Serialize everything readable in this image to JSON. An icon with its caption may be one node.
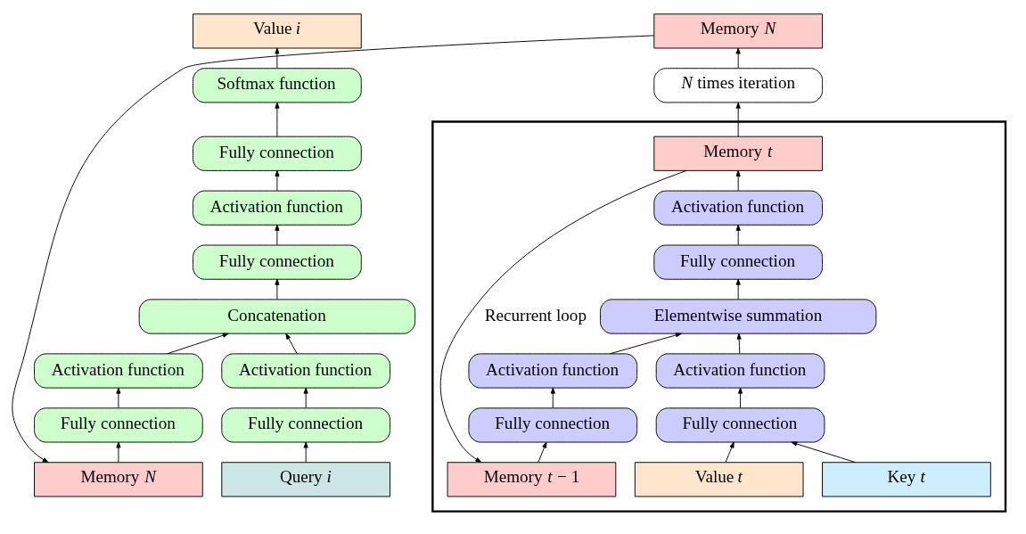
{
  "diagram": {
    "nodes": [
      {
        "text": [
          "Memory *N*"
        ]
      },
      {
        "text": [],
        "shape": "box"
      },
      {
        "text": [
          "*N* times iteration"
        ]
      },
      {
        "text": [
          "Memory *t*"
        ],
        "in": 1
      },
      {
        "text": [
          "Activation function"
        ],
        "in": 1
      },
      {
        "text": [
          "Fully connection"
        ],
        "in": 1
      },
      {
        "text": [
          "Elementwise summation"
        ],
        "in": 1
      },
      {
        "text": [
          "Activation function"
        ],
        "in": 1
      },
      {
        "text": [
          "Activation function"
        ],
        "in": 1
      },
      {
        "text": [
          "Fully connection"
        ],
        "in": 1
      },
      {
        "text": [
          "Fully connection"
        ],
        "in": 1
      },
      {
        "text": [
          "Key *t*"
        ],
        "in": 1
      },
      {
        "text": [
          "Value *t*"
        ],
        "in": 1
      },
      {
        "text": [
          "Memory *t* − 1"
        ],
        "in": 1
      },
      {
        "text": [
          "Value *i*"
        ]
      },
      {
        "text": [
          "Softmax function"
        ]
      },
      {
        "text": [
          "Fully connection"
        ]
      },
      {
        "text": [
          "Activation function"
        ]
      },
      {
        "text": [
          "Fully connection"
        ]
      },
      {
        "text": [
          "Concatenation"
        ]
      },
      {
        "text": [
          "Activation function"
        ]
      },
      {
        "text": [
          "Activation function"
        ]
      },
      {
        "text": [
          "Fully connection"
        ]
      },
      {
        "text": [
          "Fully connection"
        ]
      },
      {
        "text": [
          "Query *i*"
        ]
      },
      {
        "text": [
          "Memory *N*"
        ]
      }
    ],
    "edges": [
      {
        "from": 11,
        "to": 9,
        "arrow": "to"
      },
      {
        "from": 12,
        "to": 9,
        "arrow": "to"
      },
      {
        "from": 9,
        "to": 7,
        "arrow": "to"
      },
      {
        "from": 13,
        "to": 10,
        "arrow": "to"
      },
      {
        "from": 10,
        "to": 8,
        "arrow": "to"
      },
      {
        "from": 7,
        "to": 6,
        "arrow": "to"
      },
      {
        "from": 8,
        "to": 6,
        "arrow": "to"
      },
      {
        "from": 6,
        "to": 5,
        "arrow": "to"
      },
      {
        "from": 5,
        "to": 4,
        "arrow": "to"
      },
      {
        "from": 4,
        "to": 3,
        "arrow": "to"
      },
      {
        "from": 3,
        "to": 2,
        "arrow": "to"
      },
      {
        "from": 2,
        "to": 0,
        "arrow": "to"
      },
      {
        "from": 3,
        "to": 13,
        "arrow": "to",
        "label": "Recurrent loop"
      },
      {
        "from": 0,
        "to": 25,
        "arrow": "to"
      },
      {
        "from": 24,
        "to": 22,
        "arrow": "to"
      },
      {
        "from": 25,
        "to": 23,
        "arrow": "to"
      },
      {
        "from": 22,
        "to": 20,
        "arrow": "to"
      },
      {
        "from": 23,
        "to": 21,
        "arrow": "to"
      },
      {
        "from": 20,
        "to": 19,
        "arrow": "to"
      },
      {
        "from": 21,
        "to": 19,
        "arrow": "to"
      },
      {
        "from": 19,
        "to": 18,
        "arrow": "to"
      },
      {
        "from": 18,
        "to": 17,
        "arrow": "to"
      },
      {
        "from": 17,
        "to": 16,
        "arrow": "to"
      },
      {
        "from": 16,
        "to": 15,
        "arrow": "to"
      },
      {
        "from": 15,
        "to": 14,
        "arrow": "to"
      }
    ]
  }
}
